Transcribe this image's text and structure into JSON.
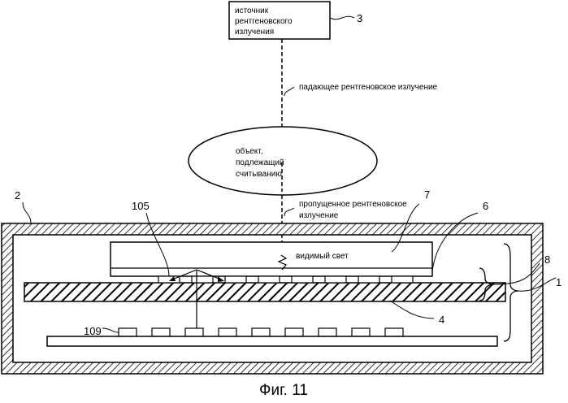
{
  "source": {
    "line1": "источник",
    "line2": "рентгеновского",
    "line3": "излучения"
  },
  "object": {
    "line1": "объект,",
    "line2": "подлежащий",
    "line3": "считыванию"
  },
  "rays": {
    "incident": "падающее рентгеновское излучение",
    "transmitted_1": "пропущенное рентгеновское",
    "transmitted_2": "излучение",
    "visible": "видимый свет"
  },
  "refs": {
    "r1": "1",
    "r2": "2",
    "r3": "3",
    "r4": "4",
    "r6": "6",
    "r7": "7",
    "r8": "8",
    "r105": "105",
    "r109": "109"
  },
  "caption": "Фиг. 11"
}
